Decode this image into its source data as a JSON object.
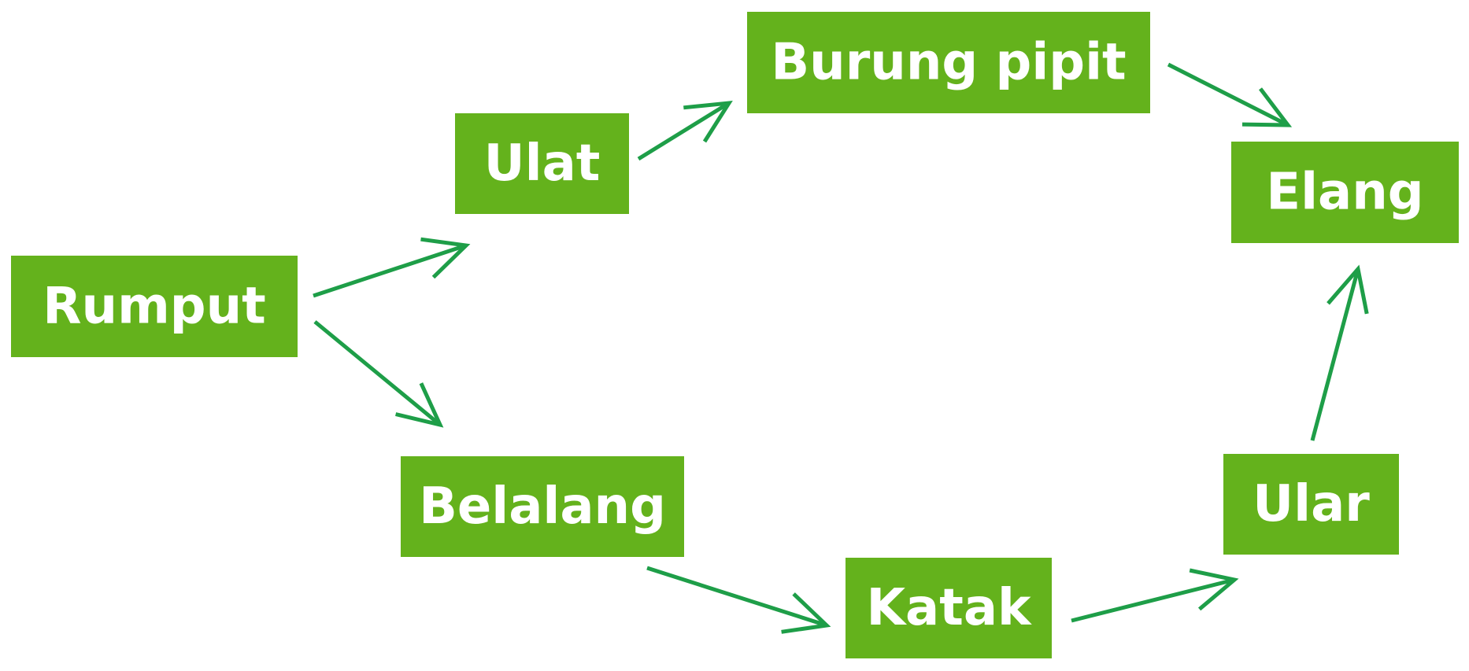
{
  "diagram": {
    "type": "food-web",
    "colors": {
      "node_fill": "#64B21C",
      "node_text": "#FFFFFF",
      "arrow": "#1E9E48",
      "background": "#FFFFFF"
    },
    "nodes": [
      {
        "id": "rumput",
        "label": "Rumput"
      },
      {
        "id": "ulat",
        "label": "Ulat"
      },
      {
        "id": "burung-pipit",
        "label": "Burung pipit"
      },
      {
        "id": "elang",
        "label": "Elang"
      },
      {
        "id": "belalang",
        "label": "Belalang"
      },
      {
        "id": "katak",
        "label": "Katak"
      },
      {
        "id": "ular",
        "label": "Ular"
      }
    ],
    "edges": [
      {
        "from": "rumput",
        "to": "ulat"
      },
      {
        "from": "ulat",
        "to": "burung-pipit"
      },
      {
        "from": "burung-pipit",
        "to": "elang"
      },
      {
        "from": "rumput",
        "to": "belalang"
      },
      {
        "from": "belalang",
        "to": "katak"
      },
      {
        "from": "katak",
        "to": "ular"
      },
      {
        "from": "ular",
        "to": "elang"
      }
    ]
  }
}
